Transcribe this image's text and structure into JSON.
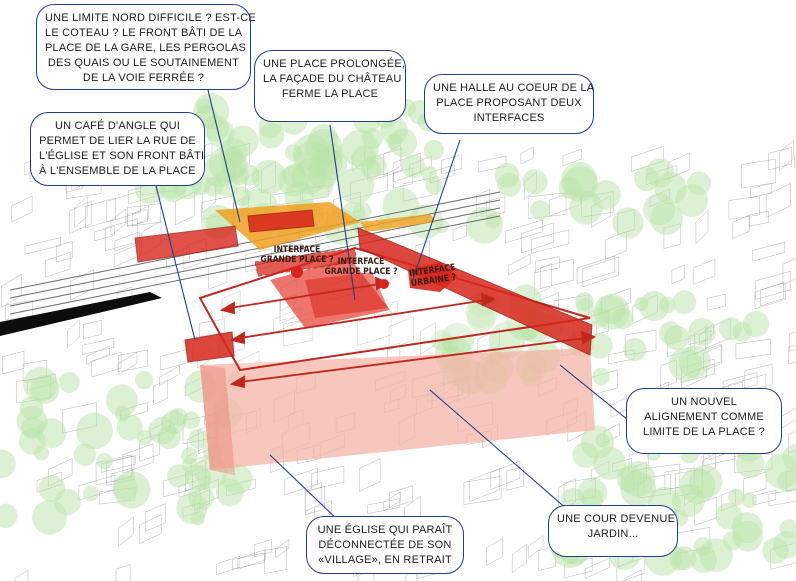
{
  "annotations": {
    "north_limit": [
      "UNE LIMITE NORD DIFFICILE ? EST-CE",
      "LE COTEAU ? LE FRONT BÂTI DE LA",
      "PLACE DE LA GARE, LES PERGOLAS",
      "DES QUAIS OU LE SOUTAINEMENT",
      "DE LA VOIE FERRÉE ?"
    ],
    "extended_square": [
      "UNE PLACE PROLONGÉE,",
      "LA FAÇADE DU CHÂTEAU",
      "FERME LA PLACE"
    ],
    "market_hall": [
      "UNE HALLE AU COEUR DE LA",
      "PLACE PROPOSANT DEUX",
      "INTERFACES"
    ],
    "corner_cafe": [
      "UN CAFÉ D'ANGLE QUI",
      "PERMET DE LIER LA RUE DE",
      "L'ÉGLISE ET SON FRONT BÂTI",
      "À L'ENSEMBLE DE LA PLACE"
    ],
    "new_alignment": [
      "UN NOUVEL",
      "ALIGNEMENT COMME",
      "LIMITE DE LA PLACE ?"
    ],
    "courtyard_garden": [
      "UNE COUR DEVENUE",
      "JARDIN..."
    ],
    "church": [
      "UNE ÉGLISE QUI PARAÎT",
      "DÉCONNECTÉE DE SON",
      "«VILLAGE», EN RETRAIT"
    ]
  },
  "map_labels": {
    "interface_left": [
      "INTERFACE",
      "GRANDE PLACE ?"
    ],
    "interface_center": [
      "INTERFACE",
      "GRANDE PLACE ?"
    ],
    "interface_urban": [
      "INTERFACE",
      "URBAINE ?"
    ]
  },
  "colors": {
    "bubble_border": "#1f3f8f",
    "accent_red": "#d8261c",
    "translucent_red": "#e8473a",
    "orange": "#f0a020",
    "pink_band": "#f4b3a6",
    "vegetation": "#b9e3a8",
    "building_lines": "#7a7a7a"
  }
}
